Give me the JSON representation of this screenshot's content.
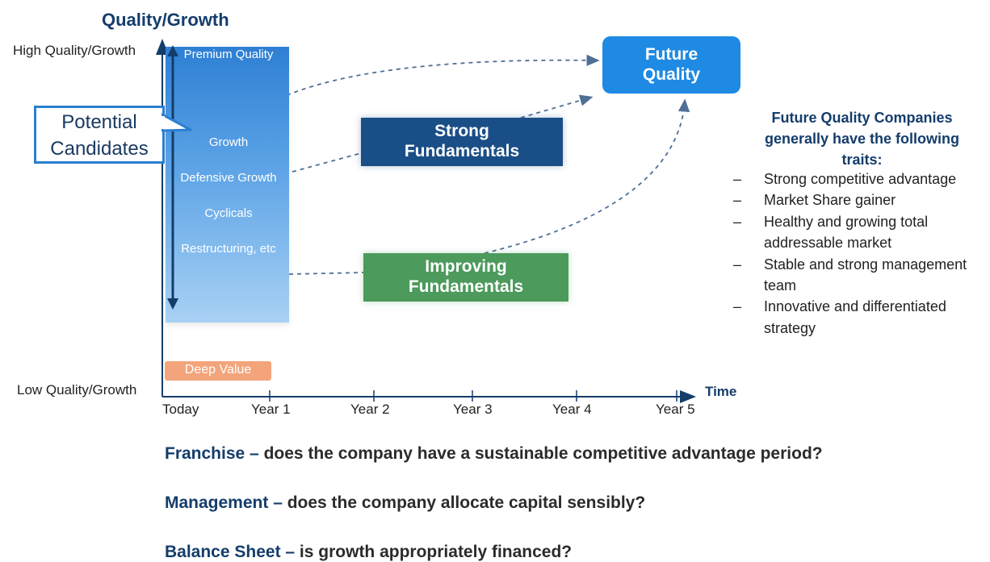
{
  "axes": {
    "y_title": "Quality/Growth",
    "y_high": "High Quality/Growth",
    "y_low": "Low Quality/Growth",
    "x_title": "Time",
    "x_ticks": [
      "Today",
      "Year 1",
      "Year 2",
      "Year 3",
      "Year 4",
      "Year 5"
    ]
  },
  "quality_bar": {
    "items": [
      "Premium Quality",
      "Growth",
      "Defensive Growth",
      "Cyclicals",
      "Restructuring, etc"
    ]
  },
  "deep_value": "Deep Value",
  "callout": {
    "line1": "Potential",
    "line2": "Candidates"
  },
  "boxes": {
    "strong": {
      "line1": "Strong",
      "line2": "Fundamentals"
    },
    "improving": {
      "line1": "Improving",
      "line2": "Fundamentals"
    },
    "future": {
      "line1": "Future",
      "line2": "Quality"
    }
  },
  "traits": {
    "heading_lines": [
      "Future Quality Companies",
      "generally have the following",
      "traits:"
    ],
    "dash": "–",
    "items": [
      "Strong competitive advantage",
      "Market Share gainer",
      "Healthy and growing total addressable market",
      "Stable and strong management team",
      "Innovative and differentiated strategy"
    ]
  },
  "questions": [
    {
      "key": "Franchise –",
      "text": " does the company have a sustainable competitive advantage period?"
    },
    {
      "key": "Management –",
      "text": " does the company allocate capital sensibly?"
    },
    {
      "key": "Balance Sheet –",
      "text": " is growth appropriately financed?"
    }
  ],
  "colors": {
    "axis": "#143d6b",
    "premium_bar": "#2e7fd4",
    "strong": "#1a4e86",
    "improving": "#4c9a5c",
    "future": "#1e8ae4",
    "deep_value": "#f4a47a",
    "connector": "#4f6f95"
  }
}
